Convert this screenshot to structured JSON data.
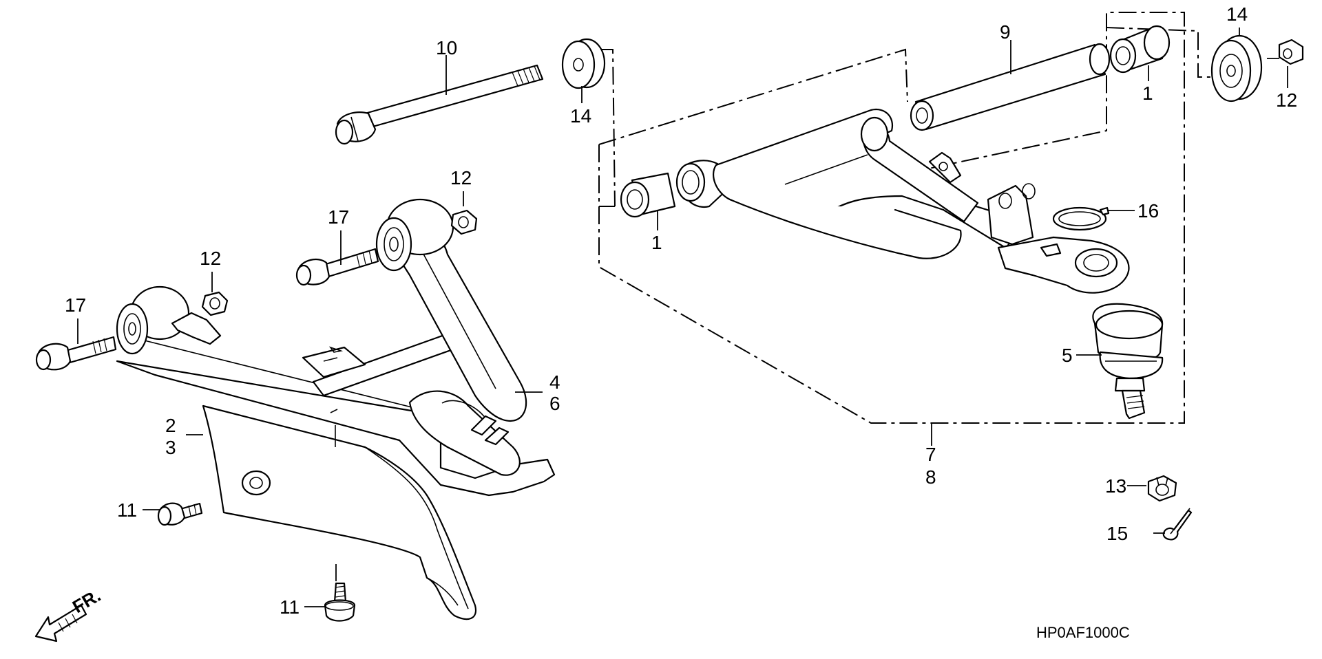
{
  "callouts": {
    "n10": "10",
    "n14a": "14",
    "n14b": "14",
    "n9": "9",
    "n1a": "1",
    "n1b": "1",
    "n12a": "12",
    "n12b": "12",
    "n12c": "12",
    "n17a": "17",
    "n17b": "17",
    "n16": "16",
    "n5": "5",
    "n4": "4",
    "n6": "6",
    "n2": "2",
    "n3": "3",
    "n7": "7",
    "n8": "8",
    "n11a": "11",
    "n11b": "11",
    "n13": "13",
    "n15": "15"
  },
  "front_indicator": "FR.",
  "diagram_code": "HP0AF1000C",
  "colors": {
    "line": "#000000",
    "background": "#ffffff"
  }
}
